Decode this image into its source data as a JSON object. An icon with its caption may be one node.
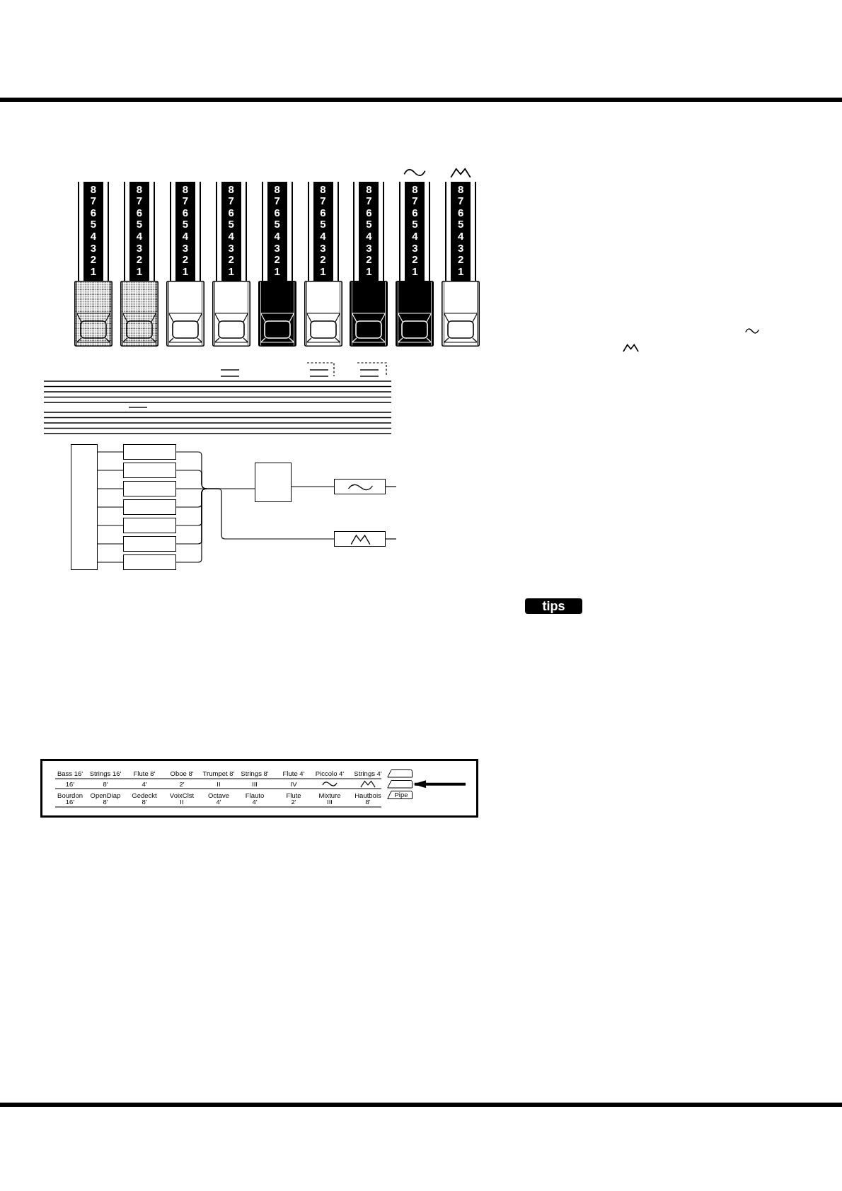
{
  "diagram": {
    "nodes": [
      {
        "text": [
          "8",
          "7",
          "6",
          "5",
          "4",
          "3",
          "2",
          "1"
        ]
      },
      {
        "text": [
          "8",
          "7",
          "6",
          "5",
          "4",
          "3",
          "2",
          "1"
        ]
      },
      {
        "text": [
          "8",
          "7",
          "6",
          "5",
          "4",
          "3",
          "2",
          "1"
        ]
      },
      {
        "text": [
          "8",
          "7",
          "6",
          "5",
          "4",
          "3",
          "2",
          "1"
        ]
      },
      {
        "text": [
          "8",
          "7",
          "6",
          "5",
          "4",
          "3",
          "2",
          "1"
        ]
      },
      {
        "text": [
          "8",
          "7",
          "6",
          "5",
          "4",
          "3",
          "2",
          "1"
        ]
      },
      {
        "text": [
          "8",
          "7",
          "6",
          "5",
          "4",
          "3",
          "2",
          "1"
        ]
      },
      {
        "text": [
          "8",
          "7",
          "6",
          "5",
          "4",
          "3",
          "2",
          "1"
        ]
      },
      {
        "text": [
          "8",
          "7",
          "6",
          "5",
          "4",
          "3",
          "2",
          "1"
        ]
      },
      {
        "text": [],
        "shape": "box"
      },
      {
        "text": [],
        "shape": "box"
      },
      {
        "text": [],
        "shape": "box"
      },
      {
        "text": [],
        "shape": "box"
      },
      {
        "text": [],
        "shape": "box"
      },
      {
        "text": [],
        "shape": "box"
      },
      {
        "text": [],
        "shape": "box"
      },
      {
        "text": [],
        "shape": "box"
      },
      {
        "text": [],
        "shape": "box"
      },
      {
        "text": [],
        "shape": "box"
      },
      {
        "text": [],
        "shape": "box"
      },
      {
        "text": [],
        "shape": "box"
      },
      {
        "text": [],
        "shape": "box"
      },
      {
        "text": [
          "Pipe"
        ]
      },
      {
        "text": [
          "tips"
        ]
      }
    ],
    "edges": [
      {
        "from": 9,
        "to": 10,
        "arrow": "none"
      },
      {
        "from": 9,
        "to": 11,
        "arrow": "none"
      },
      {
        "from": 9,
        "to": 12,
        "arrow": "none"
      },
      {
        "from": 9,
        "to": 13,
        "arrow": "none"
      },
      {
        "from": 9,
        "to": 14,
        "arrow": "none"
      },
      {
        "from": 9,
        "to": 15,
        "arrow": "none"
      },
      {
        "from": 9,
        "to": 16,
        "arrow": "none"
      },
      {
        "from": 10,
        "to": 17,
        "arrow": "none"
      },
      {
        "from": 11,
        "to": 17,
        "arrow": "none"
      },
      {
        "from": 12,
        "to": 17,
        "arrow": "none"
      },
      {
        "from": 13,
        "to": 17,
        "arrow": "none"
      },
      {
        "from": 14,
        "to": 17,
        "arrow": "none"
      },
      {
        "from": 15,
        "to": 17,
        "arrow": "none"
      },
      {
        "from": 16,
        "to": 17,
        "arrow": "none"
      },
      {
        "from": 10,
        "to": 19,
        "arrow": "none"
      },
      {
        "from": 11,
        "to": 19,
        "arrow": "none"
      },
      {
        "from": 12,
        "to": 19,
        "arrow": "none"
      },
      {
        "from": 13,
        "to": 19,
        "arrow": "none"
      },
      {
        "from": 14,
        "to": 19,
        "arrow": "none"
      },
      {
        "from": 15,
        "to": 19,
        "arrow": "none"
      },
      {
        "from": 16,
        "to": 19,
        "arrow": "none"
      },
      {
        "from": 17,
        "to": 18,
        "arrow": "none"
      },
      {
        "from": 18,
        "to": null,
        "arrow": "none"
      },
      {
        "from": 19,
        "to": null,
        "arrow": "none"
      },
      {
        "from": null,
        "to": 21,
        "arrow": "to",
        "style": "thick"
      }
    ],
    "labels": [
      "Bass 16'",
      "Strings 16'",
      "Flute 8'",
      "Oboe 8'",
      "Trumpet 8'",
      "Strings 8'",
      "Flute 4'",
      "Piccolo 4'",
      "Strings 4'",
      "16'",
      "8'",
      "4'",
      "2'",
      "II",
      "III",
      "IV",
      "Bourdon 16'",
      "OpenDiap 8'",
      "Gedeckt 8'",
      "VoixClst II",
      "Octave 4'",
      "Flauto 4'",
      "Flute 2'",
      "Mixture III",
      "Hautbois 8'"
    ]
  }
}
